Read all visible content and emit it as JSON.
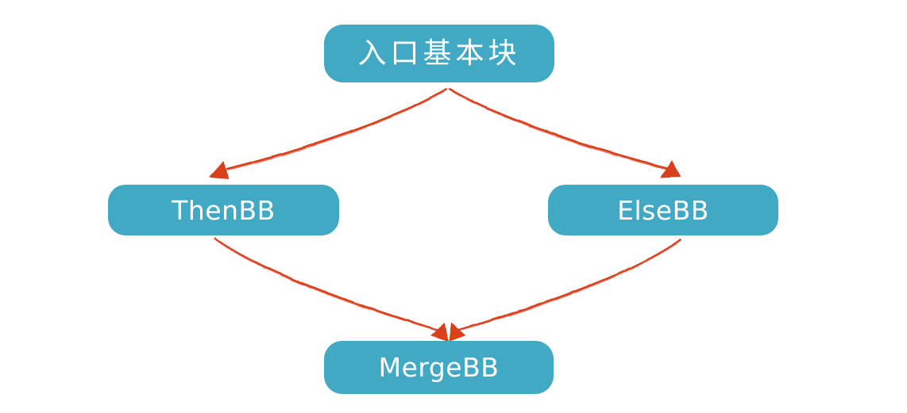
{
  "diagram": {
    "type": "control-flow-graph",
    "background_color": "#ffffff",
    "node_fill_color": "#41a9c4",
    "node_text_color": "#ffffff",
    "edge_color": "#d9401f",
    "nodes": [
      {
        "id": "entry",
        "label": "入口基本块"
      },
      {
        "id": "then",
        "label": "ThenBB"
      },
      {
        "id": "else",
        "label": "ElseBB"
      },
      {
        "id": "merge",
        "label": "MergeBB"
      }
    ],
    "edges": [
      {
        "from": "entry",
        "to": "then",
        "label": ""
      },
      {
        "from": "entry",
        "to": "else",
        "label": ""
      },
      {
        "from": "then",
        "to": "merge",
        "label": ""
      },
      {
        "from": "else",
        "to": "merge",
        "label": ""
      }
    ]
  }
}
